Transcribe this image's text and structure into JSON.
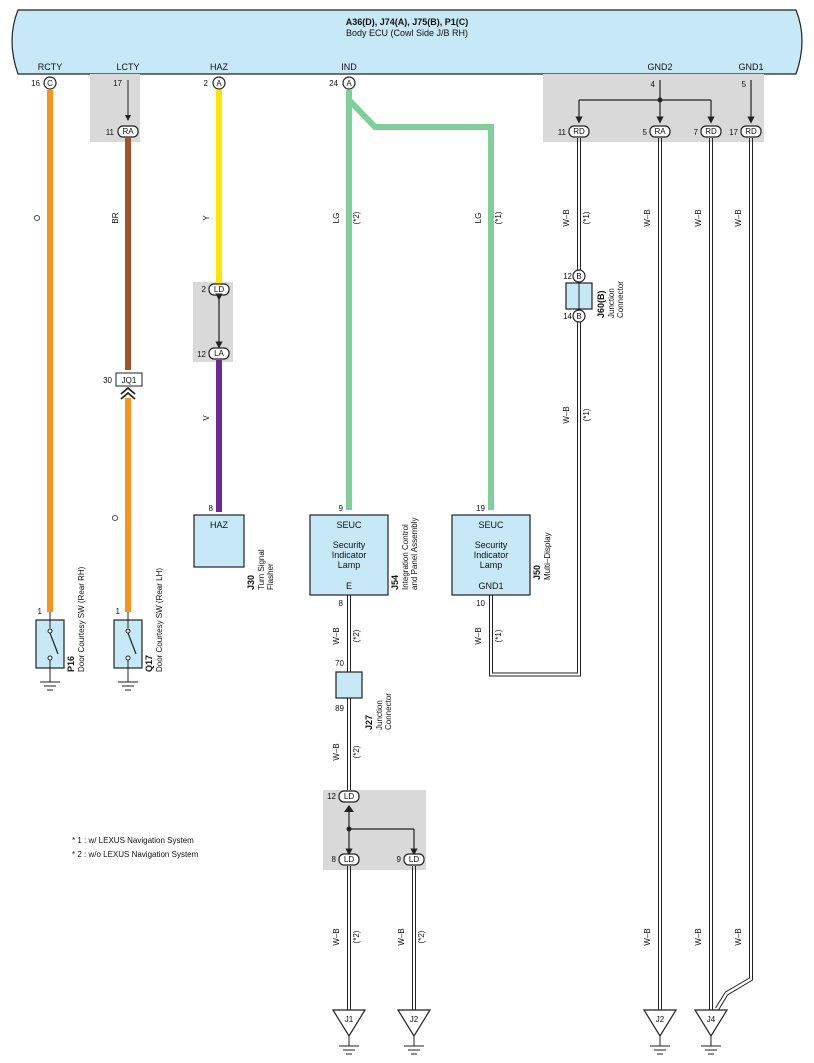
{
  "ecu": {
    "title": "A36(D), J74(A), J75(B), P1(C)",
    "subtitle": "Body ECU (Cowl Side J/B RH)",
    "pins": {
      "rcty": {
        "label": "RCTY",
        "num": "16",
        "conn": "C"
      },
      "lcty": {
        "label": "LCTY",
        "num": "17"
      },
      "haz": {
        "label": "HAZ",
        "num": "2",
        "conn": "A"
      },
      "ind": {
        "label": "IND",
        "num": "24",
        "conn": "A"
      },
      "gnd2": {
        "label": "GND2",
        "num": "4"
      },
      "gnd1": {
        "label": "GND1",
        "num": "5"
      }
    }
  },
  "connectors": {
    "ra_top": {
      "num": "11",
      "conn": "RA"
    },
    "rd_11": {
      "num": "11",
      "conn": "RD"
    },
    "ra_5": {
      "num": "5",
      "conn": "RA"
    },
    "rd_7": {
      "num": "7",
      "conn": "RD"
    },
    "rd_17": {
      "num": "17",
      "conn": "RD"
    },
    "ld_2": {
      "num": "2",
      "conn": "LD"
    },
    "la_12": {
      "num": "12",
      "conn": "LA"
    },
    "jq1": {
      "num": "30",
      "conn": "JQ1"
    },
    "j60_b12": {
      "num": "12",
      "conn": "B"
    },
    "j60_b14": {
      "num": "14",
      "conn": "B"
    },
    "ld_12": {
      "num": "12",
      "conn": "LD"
    },
    "ld_8": {
      "num": "8",
      "conn": "LD"
    },
    "ld_9": {
      "num": "9",
      "conn": "LD"
    }
  },
  "wires": {
    "o": "O",
    "br": "BR",
    "y": "Y",
    "v": "V",
    "lg": "LG",
    "wb": "W–B",
    "n1": "(*1)",
    "n2": "(*2)"
  },
  "components": {
    "j60": {
      "id": "J60(B)",
      "name_line1": "Junction",
      "name_line2": "Connector"
    },
    "j30": {
      "id": "J30",
      "name_line1": "Turn Signal",
      "name_line2": "Flasher",
      "pin": "8",
      "terminal": "HAZ"
    },
    "j54": {
      "id": "J54",
      "name_line1": "Integration Control",
      "name_line2": "and Panel Assembly",
      "pin_top": "9",
      "pin_bottom": "8",
      "terminal_top": "SEUC",
      "label_1": "Security",
      "label_2": "Indicator",
      "label_3": "Lamp",
      "terminal_bottom": "E"
    },
    "j50": {
      "id": "J50",
      "name_line1": "Multi–Display",
      "pin_top": "19",
      "pin_bottom": "10",
      "terminal_top": "SEUC",
      "label_1": "Security",
      "label_2": "Indicator",
      "label_3": "Lamp",
      "terminal_bottom": "GND1"
    },
    "j27": {
      "id": "J27",
      "name_line1": "Junction",
      "name_line2": "Connector",
      "pin_top": "70",
      "pin_bottom": "89"
    },
    "p16": {
      "id": "P16",
      "name": "Door Courtesy SW (Rear RH)",
      "pin": "1"
    },
    "q17": {
      "id": "Q17",
      "name": "Door Courtesy SW (Rear LH)",
      "pin": "1"
    }
  },
  "grounds": {
    "j1": "J1",
    "j2a": "J2",
    "j2b": "J2",
    "j4": "J4"
  },
  "notes": [
    "* 1 : w/ LEXUS Navigation System",
    "* 2 : w/o LEXUS Navigation System"
  ],
  "colors": {
    "ecu_fill": "#c6e8f7",
    "shade": "#d9d9d9",
    "orange": "#f7941d",
    "brown": "#a0522d",
    "yellow": "#ffe600",
    "violet": "#6a2c91",
    "light_green": "#7fcf9a"
  }
}
